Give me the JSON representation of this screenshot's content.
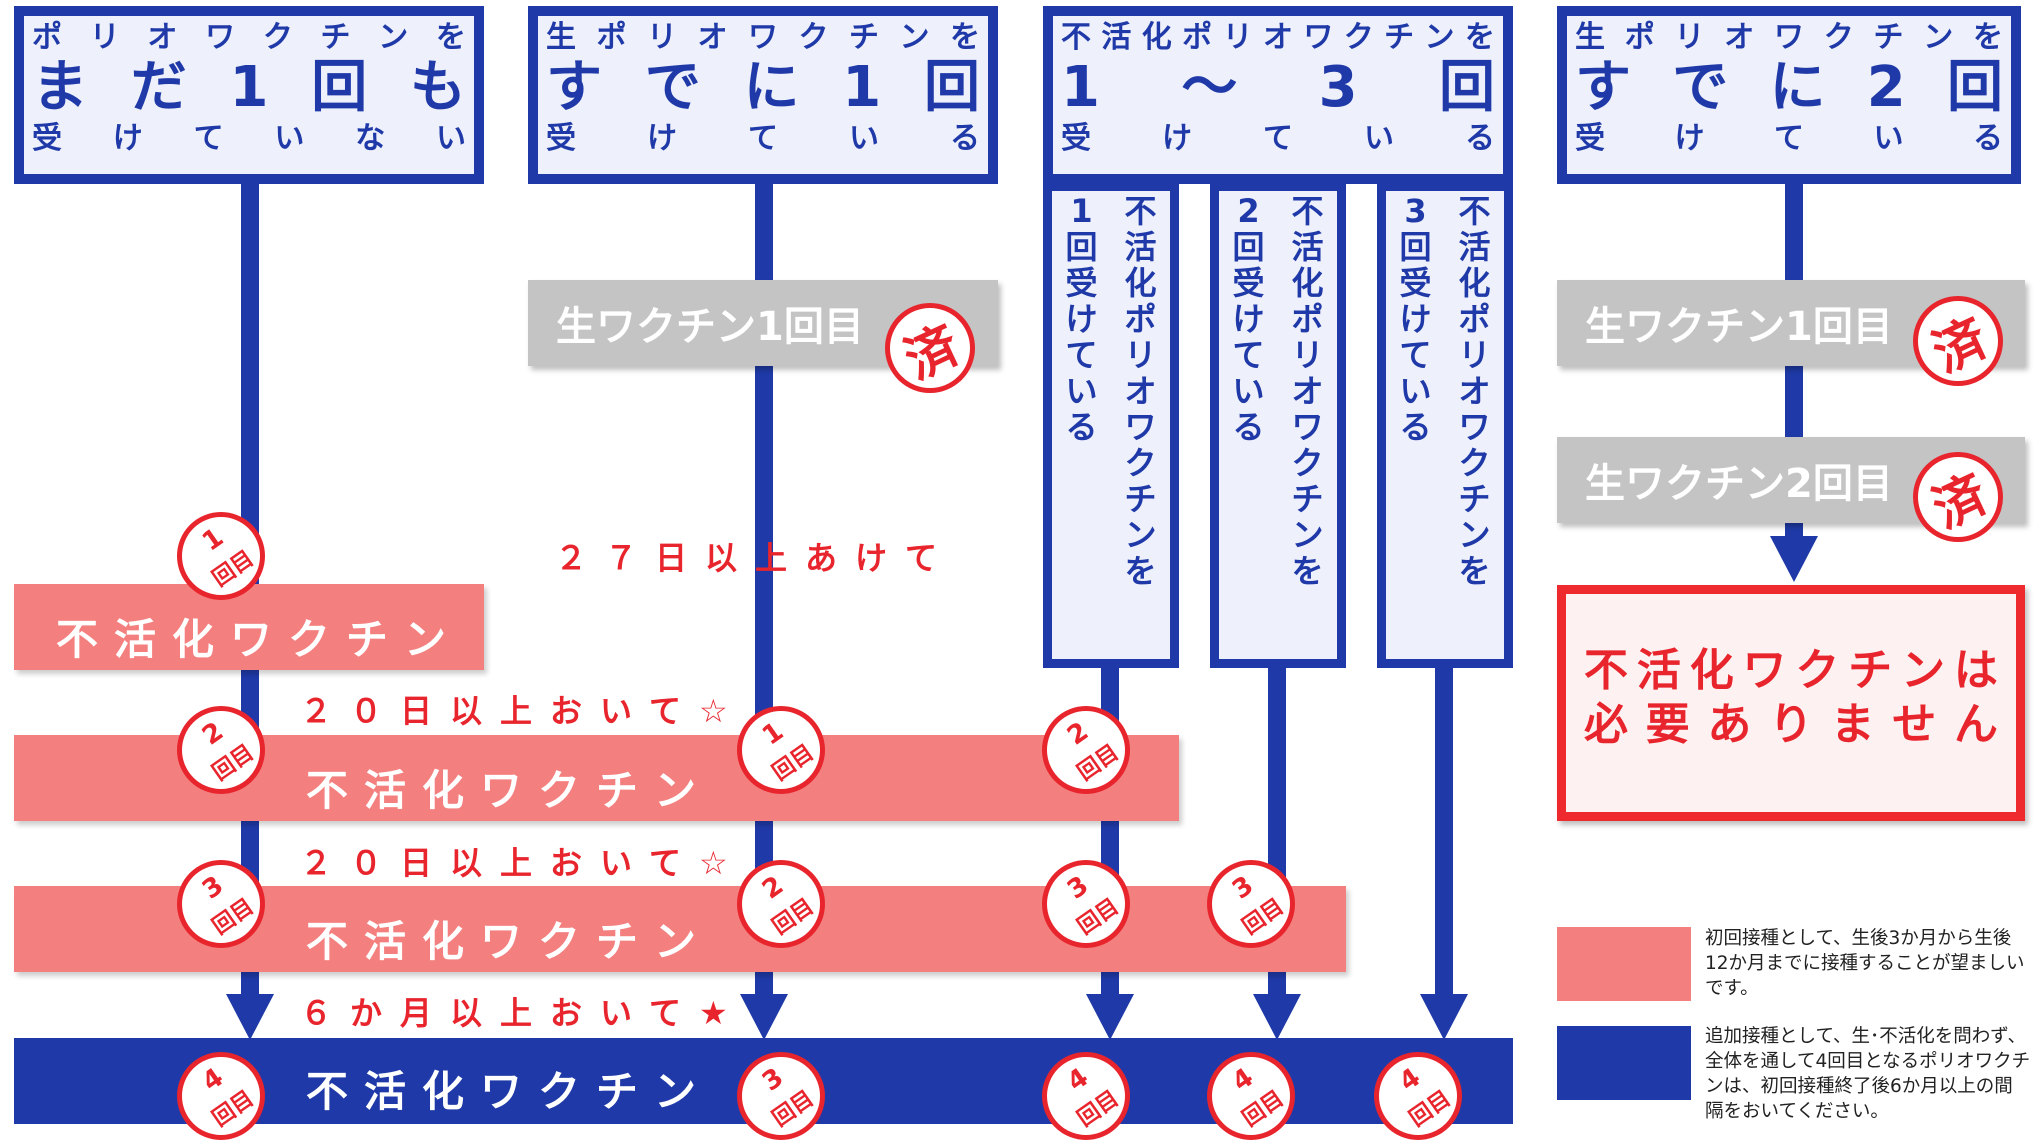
{
  "headers": [
    {
      "top": [
        "ポ",
        "リ",
        "オ",
        "ワ",
        "ク",
        "チ",
        "ン",
        "を"
      ],
      "big": [
        "ま",
        "だ",
        "1",
        "回",
        "も"
      ],
      "bottom": [
        "受",
        "け",
        "て",
        "い",
        "な",
        "い"
      ]
    },
    {
      "top": [
        "生",
        "ポ",
        "リ",
        "オ",
        "ワ",
        "ク",
        "チ",
        "ン",
        "を"
      ],
      "big": [
        "す",
        "で",
        "に",
        "1",
        "回"
      ],
      "bottom": [
        "受",
        "け",
        "て",
        "い",
        "る"
      ]
    },
    {
      "top": [
        "不",
        "活",
        "化",
        "ポ",
        "リ",
        "オ",
        "ワ",
        "ク",
        "チ",
        "ン",
        "を"
      ],
      "big": [
        "1",
        "〜",
        "3",
        "回"
      ],
      "bottom": [
        "受",
        "け",
        "て",
        "い",
        "る"
      ]
    },
    {
      "top": [
        "生",
        "ポ",
        "リ",
        "オ",
        "ワ",
        "ク",
        "チ",
        "ン",
        "を"
      ],
      "big": [
        "す",
        "で",
        "に",
        "2",
        "回"
      ],
      "bottom": [
        "受",
        "け",
        "て",
        "い",
        "る"
      ]
    }
  ],
  "sub_columns": [
    {
      "left": [
        "1",
        "回",
        "受",
        "け",
        "て",
        "い",
        "る"
      ],
      "right": [
        "不",
        "活",
        "化",
        "ポ",
        "リ",
        "オ",
        "ワ",
        "ク",
        "チ",
        "ン",
        "を"
      ]
    },
    {
      "left": [
        "2",
        "回",
        "受",
        "け",
        "て",
        "い",
        "る"
      ],
      "right": [
        "不",
        "活",
        "化",
        "ポ",
        "リ",
        "オ",
        "ワ",
        "ク",
        "チ",
        "ン",
        "を"
      ]
    },
    {
      "left": [
        "3",
        "回",
        "受",
        "け",
        "て",
        "い",
        "る"
      ],
      "right": [
        "不",
        "活",
        "化",
        "ポ",
        "リ",
        "オ",
        "ワ",
        "ク",
        "チ",
        "ン",
        "を"
      ]
    }
  ],
  "gray_bars": {
    "live1": "生ワクチン1回目",
    "live1_b": "生ワクチン1回目",
    "live2": "生ワクチン2回目"
  },
  "stamp_char": "済",
  "vaccine_label": "不活化ワクチン",
  "intervals": {
    "days27": "２７日以上あけて",
    "days20_a": "２０日以上おいて☆",
    "days20_b": "２０日以上おいて☆",
    "months6": "６か月以上おいて★"
  },
  "badge_suffix": "回目",
  "badges": {
    "c1_1": "1",
    "c1_2": "2",
    "c1_3": "3",
    "c1_4": "4",
    "c2_1": "1",
    "c2_2": "2",
    "c2_3": "3",
    "c3a_2": "2",
    "c3a_3": "3",
    "c3a_4": "4",
    "c3b_3": "3",
    "c3b_4": "4",
    "c3c_4": "4"
  },
  "not_needed": {
    "line1": [
      "不",
      "活",
      "化",
      "ワ",
      "ク",
      "チ",
      "ン",
      "は"
    ],
    "line2": [
      "必",
      "要",
      "あ",
      "り",
      "ま",
      "せ",
      "ん"
    ]
  },
  "legend": {
    "pink_text": "初回接種として、生後3か月から生後12か月までに接種することが望ましいです。",
    "navy_text": "追加接種として、生･不活化を問わず、全体を通して4回目となるポリオワクチンは、初回接種終了後6か月以上の間隔をおいてください。",
    "pink_color": "#f47f7f",
    "navy_color": "#1f3aa8"
  },
  "colors": {
    "navy": "#1f3aa8",
    "pink": "#f47f7f",
    "red": "#e8242c",
    "gray": "#c4c4c4"
  }
}
